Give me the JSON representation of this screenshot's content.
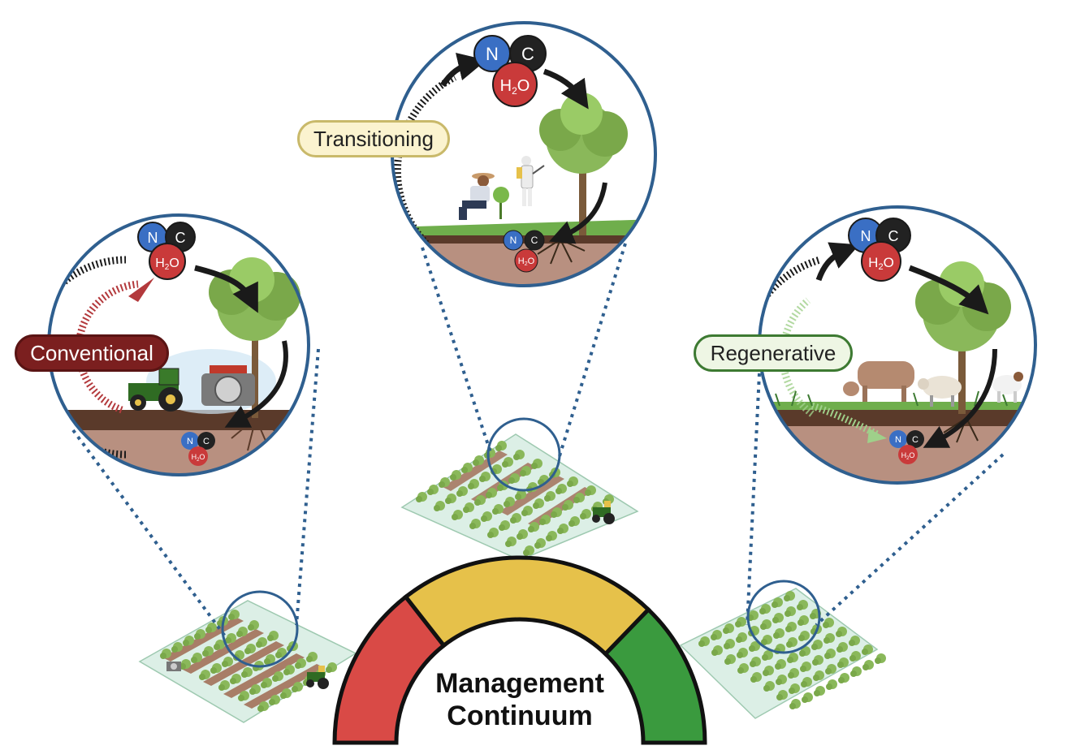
{
  "labels": {
    "conventional": "Conventional",
    "transitioning": "Transitioning",
    "regenerative": "Regenerative"
  },
  "gauge": {
    "line1": "Management",
    "line2": "Continuum",
    "colors": {
      "low": "#d94a46",
      "mid": "#e6c14a",
      "high": "#3a9a3e"
    }
  },
  "nutrients": {
    "n": "N",
    "c": "C",
    "h2o_main": "H",
    "h2o_sub": "2",
    "h2o_tail": "O"
  },
  "colors": {
    "circle_border": "#2f5f8f",
    "n_blue": "#3a6fc4",
    "c_black": "#222222",
    "h2o_red": "#c93a3a",
    "field": "#dcefe6",
    "tree": "#7fb04a"
  },
  "icons": [
    "tree-icon",
    "tractor-icon",
    "farmer-icon",
    "sprayer-person-icon",
    "cow-icon",
    "sheep-icon",
    "goat-icon"
  ]
}
